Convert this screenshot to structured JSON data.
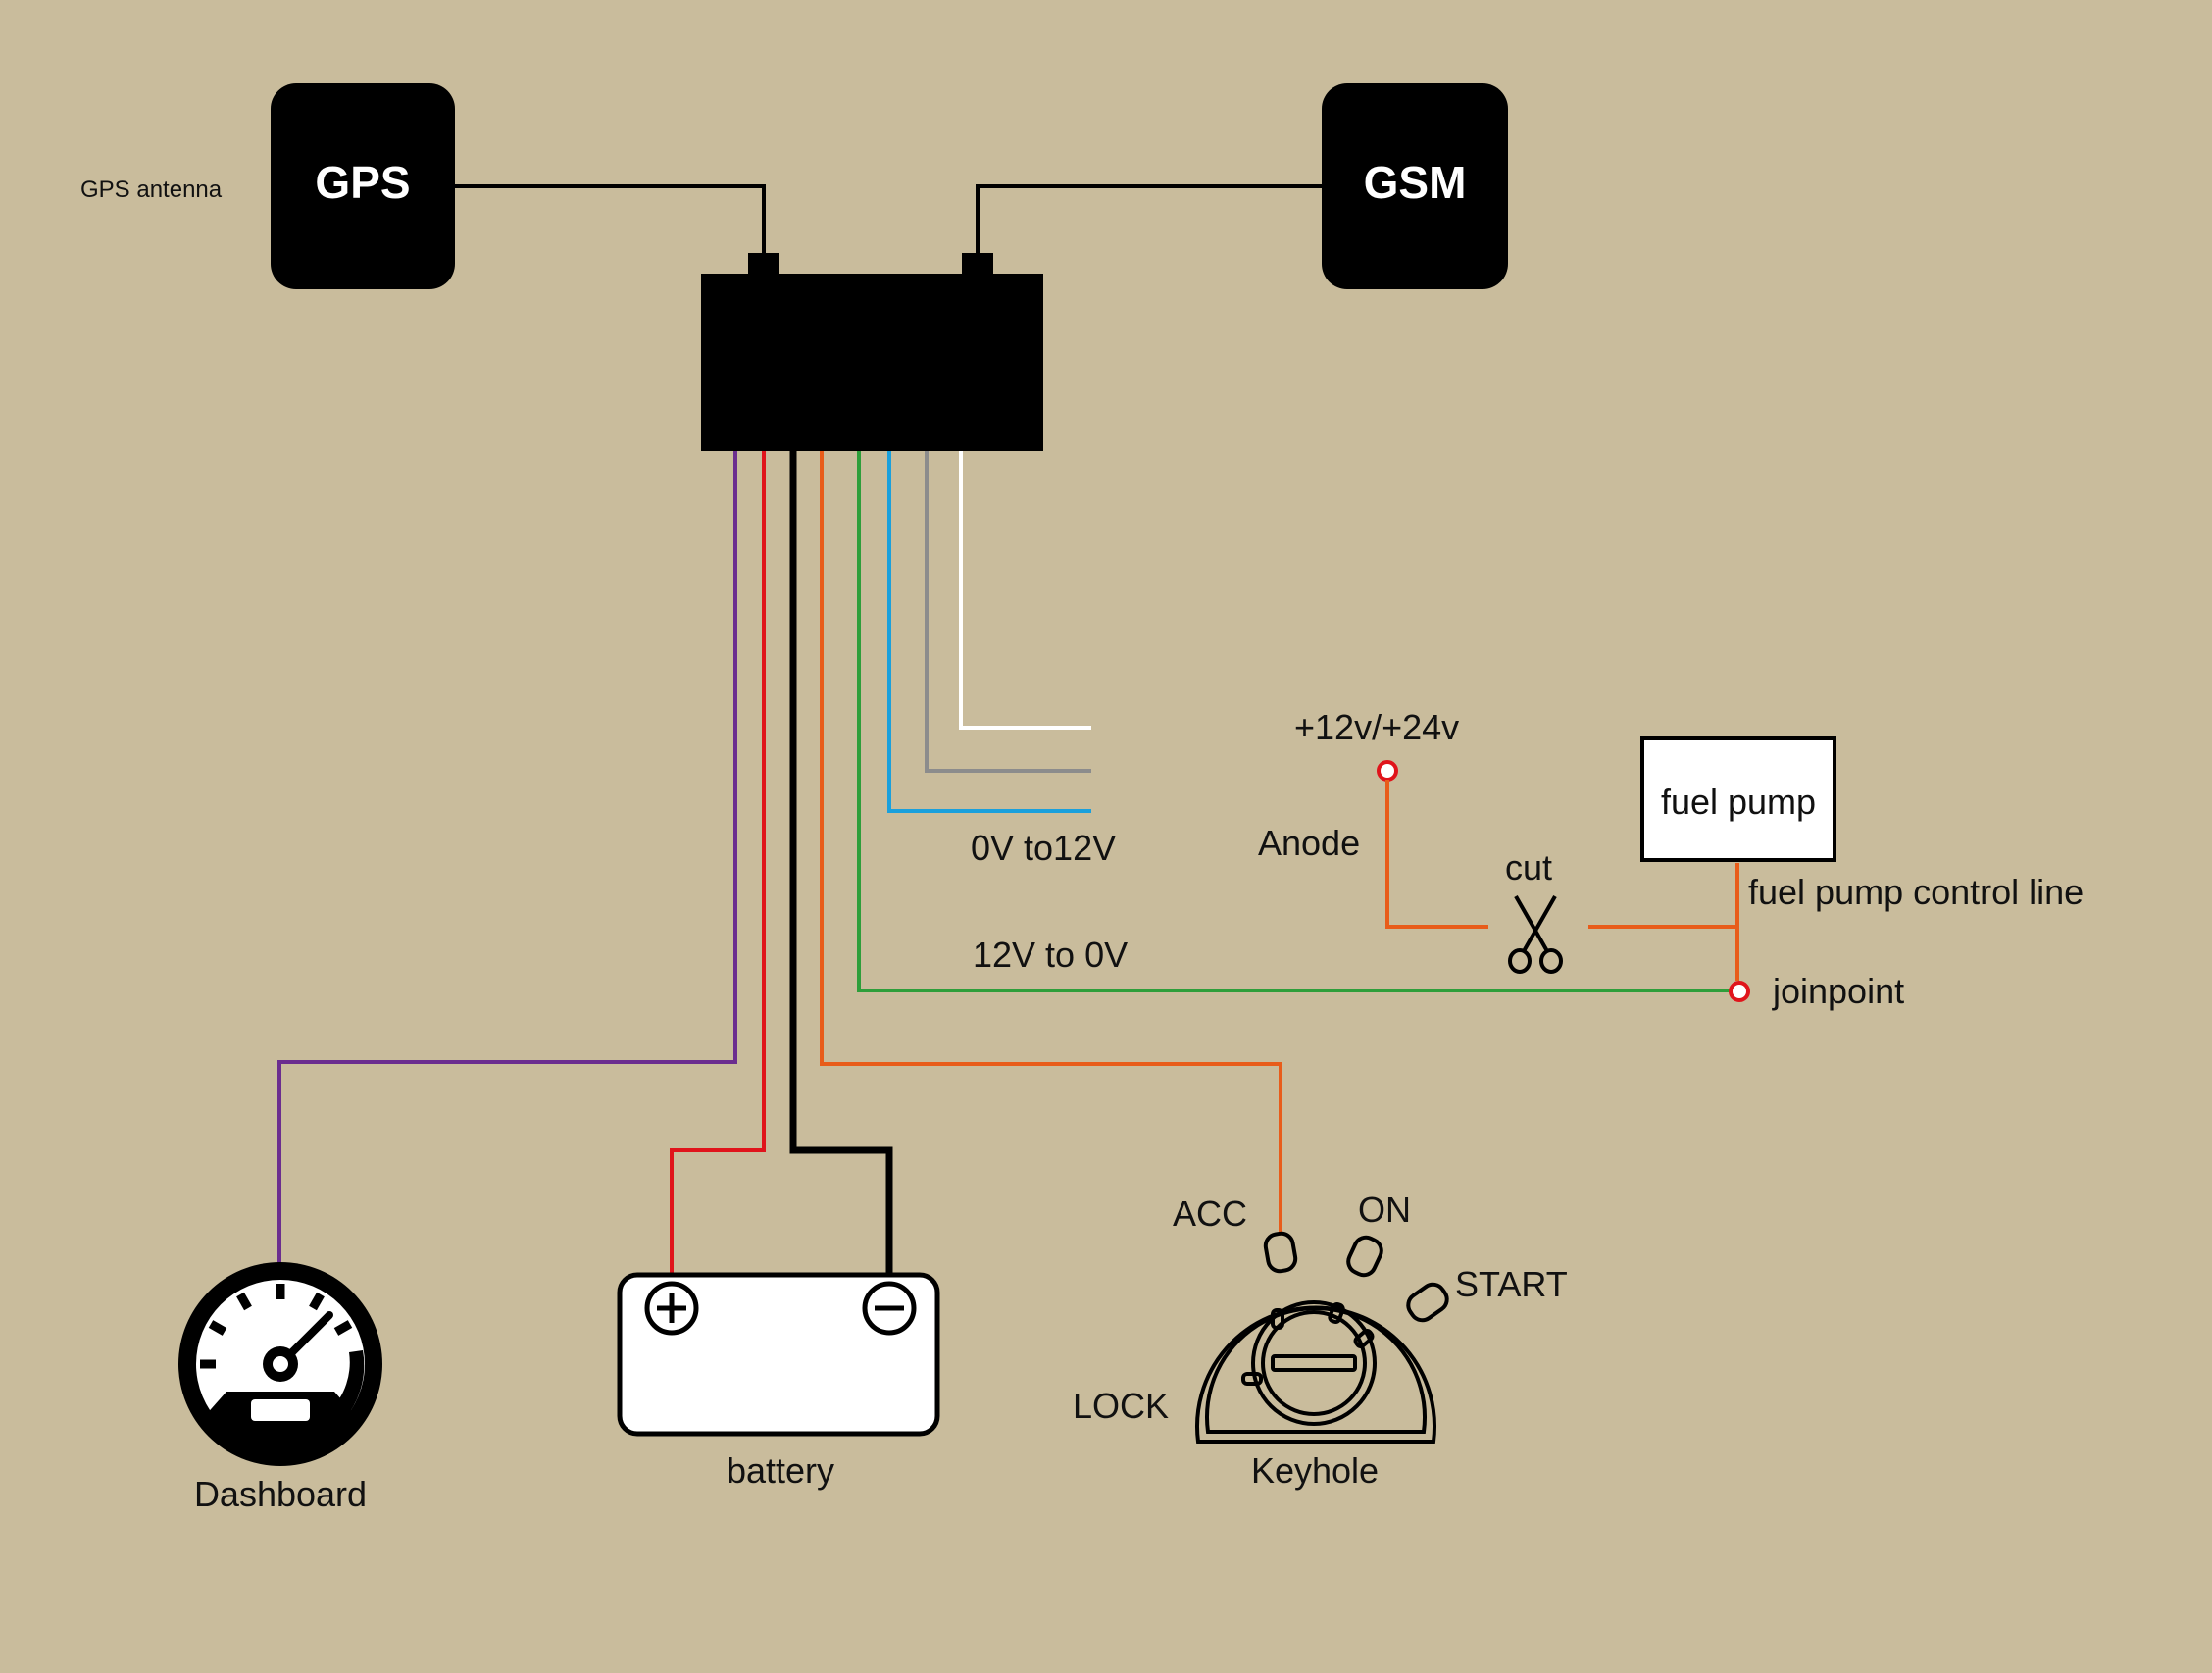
{
  "modules": {
    "gps": "GPS",
    "gsm": "GSM",
    "gps_antenna": "GPS antenna"
  },
  "labels": {
    "zero_to_12": "0V to12V",
    "twelve_to_zero": "12V to 0V",
    "supply": "+12v/+24v",
    "anode": "Anode",
    "cut": "cut",
    "fuel_pump": "fuel pump",
    "fuel_pump_control_line": "fuel pump control line",
    "joinpoint": "joinpoint",
    "dashboard": "Dashboard",
    "battery": "battery",
    "keyhole": "Keyhole",
    "acc": "ACC",
    "on": "ON",
    "start": "START",
    "lock": "LOCK"
  },
  "wire_colors": {
    "purple": "#6b2d8f",
    "red": "#e0141b",
    "black": "#000000",
    "orange": "#e85c1a",
    "green": "#2e9e3a",
    "blue": "#1aa0dc",
    "gray": "#8c8c8c",
    "white": "#ffffff"
  },
  "icons": [
    "speedometer-icon",
    "battery-icon",
    "ignition-switch-icon",
    "scissors-icon"
  ]
}
